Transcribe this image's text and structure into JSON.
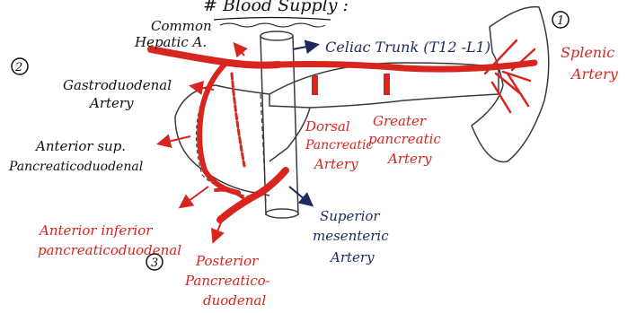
{
  "title": "# Blood Supply :",
  "labels": {
    "common_hepatic_1": "Common",
    "common_hepatic_2": "Hepatic A.",
    "celiac_trunk": "Celiac Trunk (T12 -L1)",
    "num1": "1",
    "splenic_1": "Splenic",
    "splenic_2": "Artery",
    "num2": "2",
    "gastro_1": "Gastroduodenal",
    "gastro_2": "Artery",
    "ant_sup_1": "Anterior sup.",
    "ant_sup_2": "Pancreaticoduodenal",
    "dorsal_1": "Dorsal",
    "dorsal_2": "Pancreatic",
    "dorsal_3": "Artery",
    "greater_1": "Greater",
    "greater_2": "pancreatic",
    "greater_3": "Artery",
    "ant_inf_1": "Anterior inferior",
    "ant_inf_2": "pancreaticoduodenal",
    "num3": "3",
    "post_1": "Posterior",
    "post_2": "Pancreatico-",
    "post_3": "duodenal",
    "sma_1": "Superior",
    "sma_2": "mesenteric",
    "sma_3": "Artery"
  },
  "colors": {
    "artery": "#d8251f",
    "outline": "#3a3a3a",
    "vessel_label": "#1a2a5c"
  }
}
